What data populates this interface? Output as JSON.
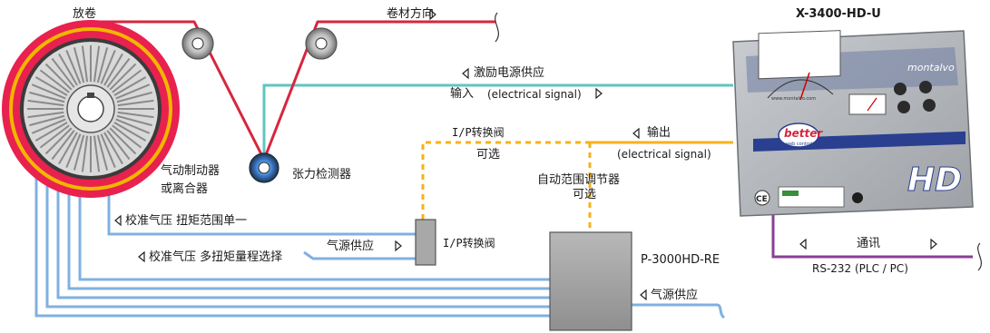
{
  "labels": {
    "unwind": "放卷",
    "web_direction": "卷材方向",
    "excitation_supply": "激励电源供应",
    "input": "输入",
    "input_signal": "(electrical signal)",
    "ip_valve_top": "I/P转换阀",
    "optional_top": "可选",
    "output": "输出",
    "output_signal": "(electrical signal)",
    "auto_range": "自动范围调节器",
    "auto_range_optional": "可选",
    "brake_1": "气动制动器",
    "brake_2": "或离合器",
    "tension_sensor": "张力检测器",
    "calib_single": "校准气压  扭矩范围单一",
    "air_supply_left": "气源供应",
    "ip_valve_mid": "I/P转换阀",
    "p_model": "P-3000HD-RE",
    "calib_multi": "校准气压  多扭矩量程选择",
    "air_supply_right": "气源供应",
    "comm": "通讯",
    "rs232": "RS-232 (PLC / PC)",
    "controller_model": "X-3400-HD-U"
  },
  "device": {
    "brand": "montalvo",
    "badge": "better",
    "badge_sub": "web control",
    "hd": "HD",
    "ce": "CE",
    "website": "www.montalvo.com"
  },
  "colors": {
    "web": "#d7263d",
    "excitation": "#5fc6c0",
    "air": "#7fb1e0",
    "signal": "#f5b21c",
    "comm": "#8a3f96",
    "roll_red": "#e8214f",
    "roll_yellow": "#f2b600",
    "panel": "#b9bcc0"
  }
}
